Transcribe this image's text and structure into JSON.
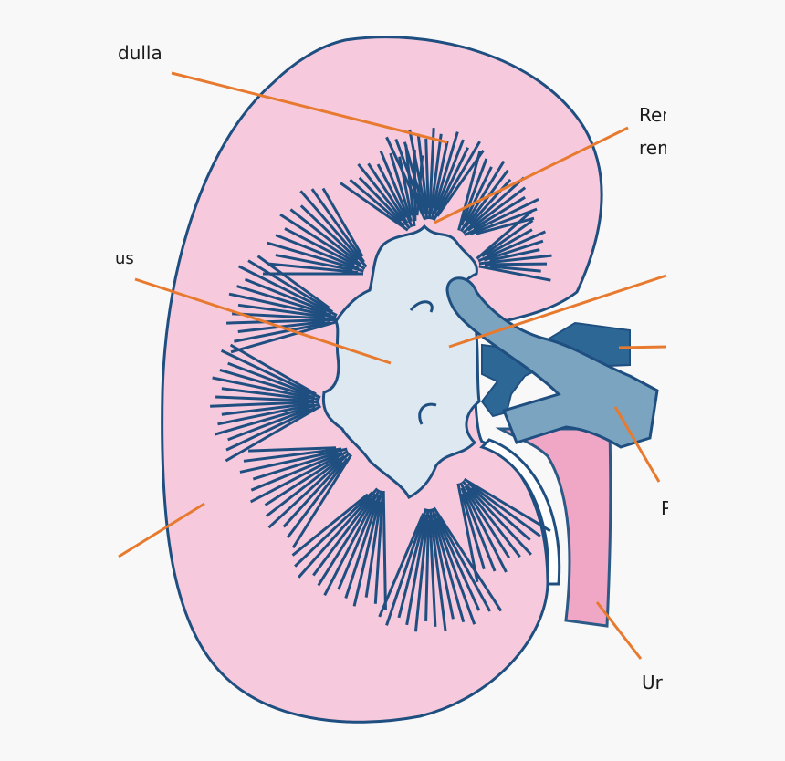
{
  "diagram": {
    "labels": {
      "medulla": "dulla",
      "renal_1": "Ren",
      "renal_2": "ren",
      "sinus": "us",
      "ureter": "Ur",
      "pelvis": "P"
    },
    "colors": {
      "cortex": "#f6c9dc",
      "outline": "#2b5a86",
      "pyramid_lines": "#1f4f80",
      "pelvis": "#dde8f0",
      "vein": "#2d6795",
      "artery": "#7ba4c1",
      "ureter": "#f0a7c6",
      "leader": "#e77a2e",
      "background": "#f8f8f8"
    }
  }
}
